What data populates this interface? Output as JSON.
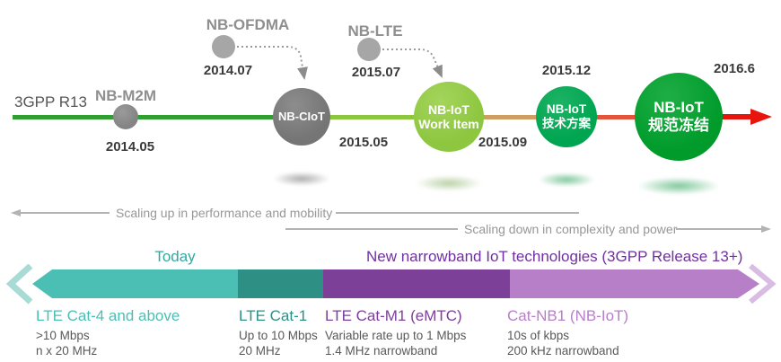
{
  "timeline": {
    "title": "3GPP R13",
    "milestones": {
      "m2m": {
        "label": "NB-M2M",
        "date": "2014.05"
      },
      "ofdma": {
        "label": "NB-OFDMA",
        "date": "2014.07"
      },
      "ciot": {
        "label": "NB-CIoT",
        "date": "2015.05"
      },
      "lte": {
        "label": "NB-LTE",
        "date": "2015.07"
      },
      "workitem": {
        "line1": "NB-IoT",
        "line2": "Work Item",
        "date": "2015.09"
      },
      "tech": {
        "line1": "NB-IoT",
        "line2": "技术方案",
        "date": "2015.12"
      },
      "freeze": {
        "line1": "NB-IoT",
        "line2": "规范冻结",
        "date": "2016.6"
      }
    }
  },
  "scaling": {
    "up_label": "Scaling up in performance and mobility",
    "down_label": "Scaling down in complexity and power"
  },
  "bands": {
    "today_label": "Today",
    "new_label": "New narrowband IoT technologies (3GPP Release 13+)",
    "segments": [
      {
        "title": "LTE Cat-4 and above",
        "detail1": ">10 Mbps",
        "detail2": "n x 20 MHz",
        "color": "#4cbfb4"
      },
      {
        "title": "LTE Cat-1",
        "detail1": "Up to 10 Mbps",
        "detail2": "20 MHz",
        "color": "#2e8f85"
      },
      {
        "title": "LTE Cat-M1 (eMTC)",
        "detail1": "Variable rate up to 1 Mbps",
        "detail2": "1.4 MHz narrowband",
        "color": "#7c4099"
      },
      {
        "title": "Cat-NB1 (NB-IoT)",
        "detail1": "10s of kbps",
        "detail2": "200 kHz narrowband",
        "color": "#b77fc8"
      }
    ]
  },
  "colors": {
    "timeline_green": "#2fa02f",
    "timeline_light_green": "#8dc63f",
    "timeline_tan": "#cf9e63",
    "timeline_orange": "#e2553b",
    "timeline_red": "#e8150d",
    "circle_gray": "#7f7f7f",
    "circle_work_item": "#8dc63f",
    "circle_tech": "#00a551",
    "circle_freeze": "#009b2b",
    "teal_light": "#4cbfb4",
    "teal_dark": "#2e8f85",
    "purple_dark": "#7c4099",
    "purple_light": "#b77fc8"
  }
}
